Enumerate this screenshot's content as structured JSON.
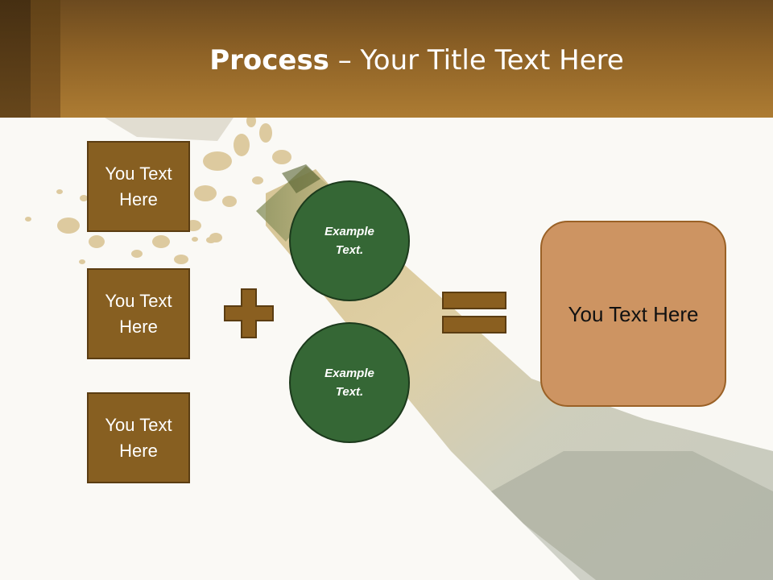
{
  "title": {
    "bold": "Process",
    "rest": " – Your Title Text Here"
  },
  "boxes": [
    {
      "label": "You Text Here"
    },
    {
      "label": "You Text Here"
    },
    {
      "label": "You Text Here"
    }
  ],
  "circles": [
    {
      "label": "Example Text."
    },
    {
      "label": "Example Text."
    }
  ],
  "operators": {
    "plus_icon": "plus-icon",
    "equals_icon": "equals-icon"
  },
  "result": {
    "label": "You Text Here"
  },
  "colors": {
    "header": "#8e6226",
    "box_fill": "#875f21",
    "circle_fill": "#356735",
    "result_fill": "#cd9462",
    "background": "#faf9f5"
  }
}
